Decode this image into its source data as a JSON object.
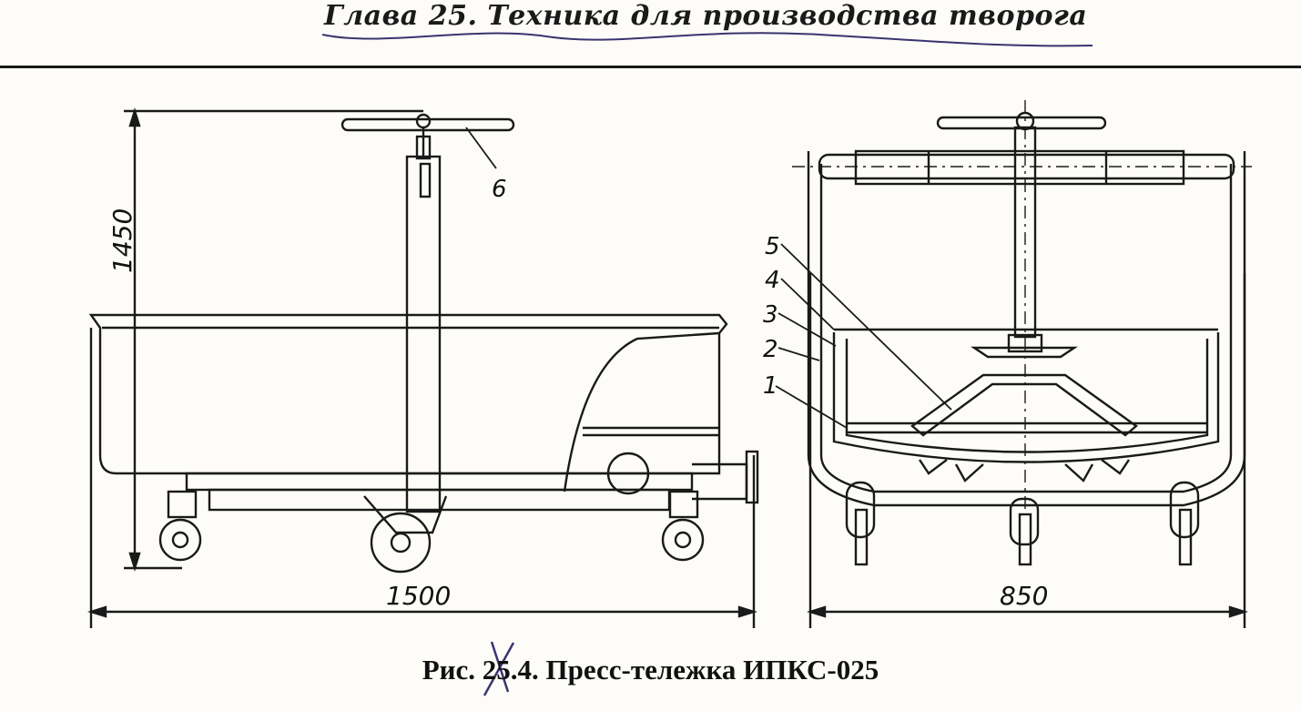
{
  "header": {
    "title": "Глава 25. Техника для производства творога"
  },
  "figure": {
    "caption": "Рис. 25.4. Пресс-тележка ИПКС-025",
    "dimensions": {
      "height": "1450",
      "length": "1500",
      "width": "850"
    },
    "callouts": [
      "1",
      "2",
      "3",
      "4",
      "5",
      "6"
    ]
  },
  "colors": {
    "ink": "#1a1a1a",
    "paper": "#fdfcf8",
    "pen": "#3a3470"
  }
}
